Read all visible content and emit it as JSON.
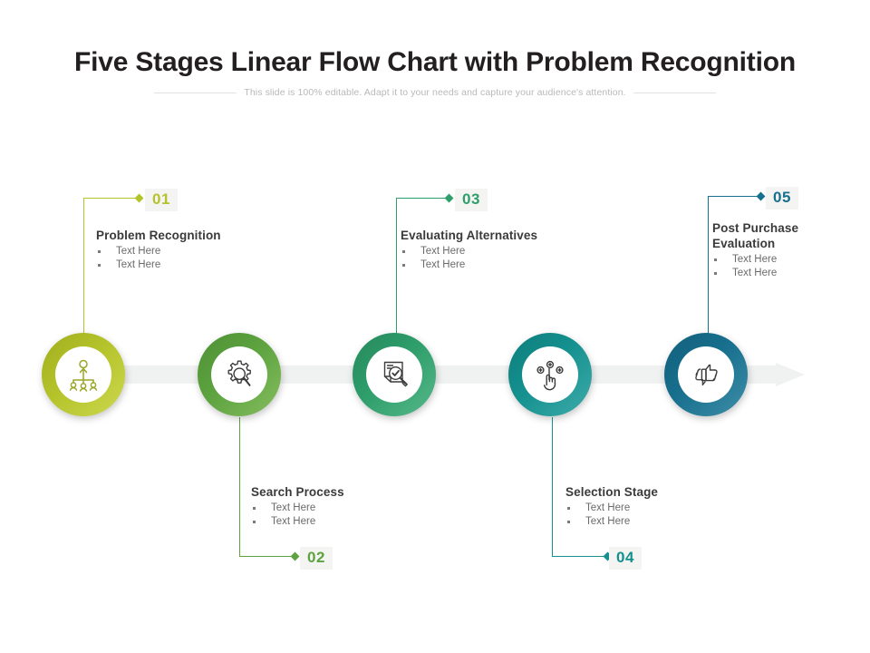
{
  "header": {
    "title": "Five Stages Linear Flow Chart with Problem Recognition",
    "subtitle": "This slide is 100% editable. Adapt it to your needs and capture your audience's attention."
  },
  "bullet_text": "Text Here",
  "stages": [
    {
      "number": "01",
      "heading": "Problem Recognition",
      "bullets": [
        "Text Here",
        "Text Here"
      ],
      "color": "#b5c32b",
      "color_dark": "#a1ae1f",
      "icon": "org-hierarchy-icon",
      "position": "top"
    },
    {
      "number": "02",
      "heading": "Search Process",
      "bullets": [
        "Text Here",
        "Text Here"
      ],
      "color": "#5da33f",
      "color_dark": "#4e9036",
      "icon": "gear-search-icon",
      "position": "bottom"
    },
    {
      "number": "03",
      "heading": "Evaluating Alternatives",
      "bullets": [
        "Text Here",
        "Text Here"
      ],
      "color": "#2e9e6b",
      "color_dark": "#26885c",
      "icon": "document-check-magnifier-icon",
      "position": "top"
    },
    {
      "number": "04",
      "heading": "Selection Stage",
      "bullets": [
        "Text Here",
        "Text Here"
      ],
      "color": "#14918f",
      "color_dark": "#0e7d7c",
      "icon": "hand-pointer-select-icon",
      "position": "bottom"
    },
    {
      "number": "05",
      "heading": "Post Purchase Evaluation",
      "bullets": [
        "Text Here",
        "Text Here"
      ],
      "color": "#17708e",
      "color_dark": "#125f7a",
      "icon": "thumbs-up-down-icon",
      "position": "top"
    }
  ],
  "flow_bar": {
    "color": "#f0f1f1",
    "direction": "left-to-right"
  }
}
